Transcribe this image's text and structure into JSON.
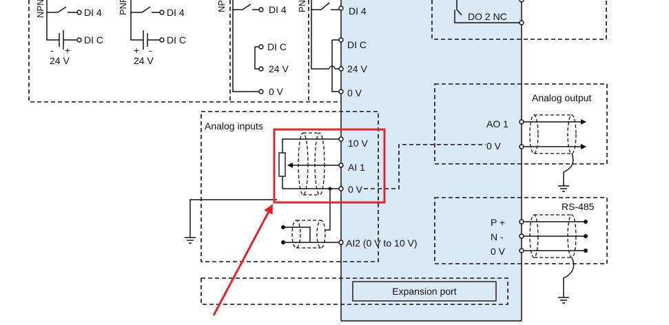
{
  "inverter": {
    "fill": "#dbe8f6"
  },
  "highlight_color": "#e0262b",
  "digital_inputs": {
    "npn_sink": {
      "label": "NPN",
      "di4": "DI 4",
      "dic": "DI C",
      "minus": "-",
      "plus": "+",
      "voltage": "24 V"
    },
    "pnp_source": {
      "label": "PNP",
      "di4": "DI 4",
      "dic": "DI C",
      "plus": "+",
      "minus": "-",
      "voltage": "24 V"
    },
    "npn_internal": {
      "label": "NPN",
      "di4": "DI 4",
      "dic": "DI C",
      "v24": "24 V",
      "v0": "0 V"
    },
    "pnp_internal": {
      "label": "PNP"
    }
  },
  "terminals": {
    "di4": "DI 4",
    "dic": "DI C",
    "v24": "24 V",
    "v0_top": "0 V",
    "v10": "10 V",
    "ai1": "AI 1",
    "v0_ai": "0 V",
    "ai2": "AI2 (0 V to 10 V)"
  },
  "relay_output": {
    "do2nc": "DO 2 NC"
  },
  "analog_inputs": {
    "title": "Analog inputs"
  },
  "analog_output": {
    "title": "Analog output",
    "ao1": "AO 1",
    "v0": "0 V"
  },
  "rs485": {
    "title": "RS-485",
    "p": "P +",
    "n": "N -",
    "v0": "0 V"
  },
  "expansion_port": {
    "label": "Expansion port"
  }
}
